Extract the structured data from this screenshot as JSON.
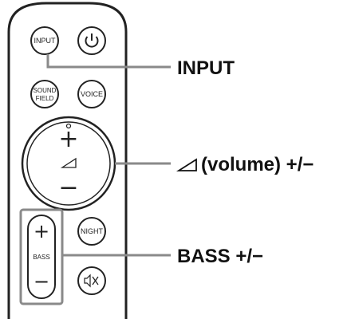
{
  "remote": {
    "buttons": {
      "input": "INPUT",
      "sound_field_line1": "SOUND",
      "sound_field_line2": "FIELD",
      "voice": "VOICE",
      "night": "NIGHT",
      "bass": "BASS",
      "volume_plus": "+",
      "volume_minus": "−",
      "bass_plus": "+",
      "bass_minus": "−"
    }
  },
  "callouts": {
    "input": "INPUT",
    "volume": "(volume) +/−",
    "bass": "BASS +/−"
  },
  "icons": {
    "power": "power-icon",
    "volume": "volume-triangle-icon",
    "mute": "mute-icon"
  }
}
